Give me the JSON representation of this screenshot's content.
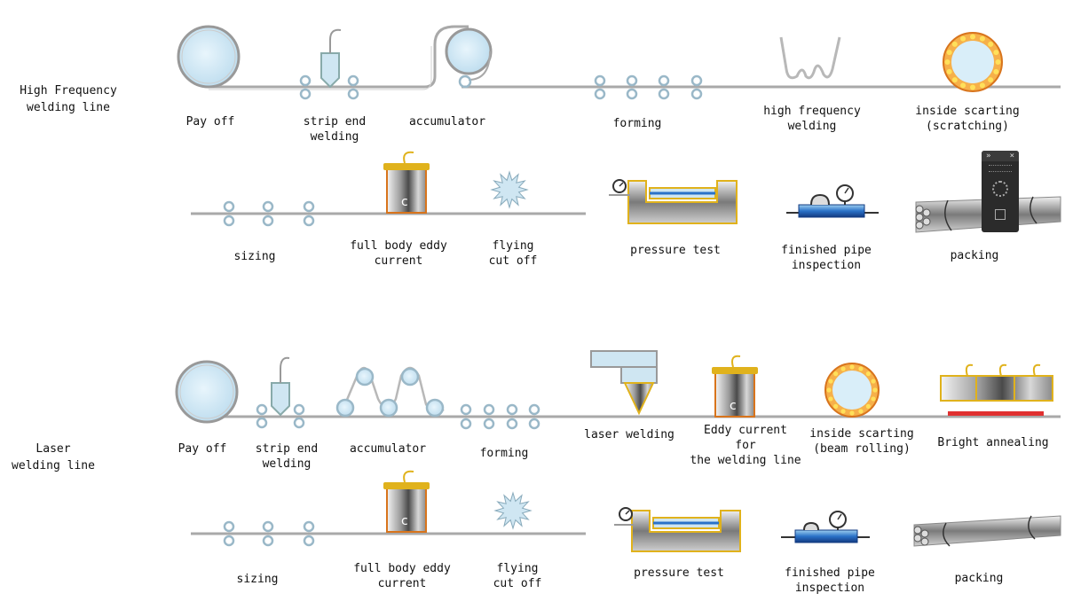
{
  "lines": [
    {
      "name": "High Frequency\nwelding line",
      "steps": {
        "payoff": "Pay off",
        "strip_end": "strip end\nwelding",
        "accumulator": "accumulator",
        "forming": "forming",
        "hf_welding": "high frequency\nwelding",
        "inside_scarting": "inside scarting\n(scratching)",
        "sizing": "sizing",
        "eddy_full": "full body eddy\ncurrent",
        "flying_cut": "flying\ncut off",
        "pressure_test": "pressure test",
        "inspection": "finished pipe\ninspection",
        "packing": "packing"
      }
    },
    {
      "name": "Laser\nwelding line",
      "steps": {
        "payoff": "Pay off",
        "strip_end": "strip end\nwelding",
        "accumulator": "accumulator",
        "forming": "forming",
        "laser_welding": "laser welding",
        "eddy_weld": "Eddy current\nfor\nthe welding line",
        "inside_scarting": "inside scarting\n(beam rolling)",
        "bright_annealing": "Bright annealing",
        "sizing": "sizing",
        "eddy_full": "full body eddy\ncurrent",
        "flying_cut": "flying\ncut off",
        "pressure_test": "pressure test",
        "inspection": "finished pipe\ninspection",
        "packing": "packing"
      }
    }
  ],
  "colors": {
    "line": "#a9a9a9",
    "roller": "#9ab8c8",
    "fill_blue": "#cfe6f2",
    "gold": "#e0b21c",
    "copper": "#d8741c",
    "steel_dark": "#555555",
    "annealing_red": "#e03030",
    "widget": "#2b2b2b"
  }
}
